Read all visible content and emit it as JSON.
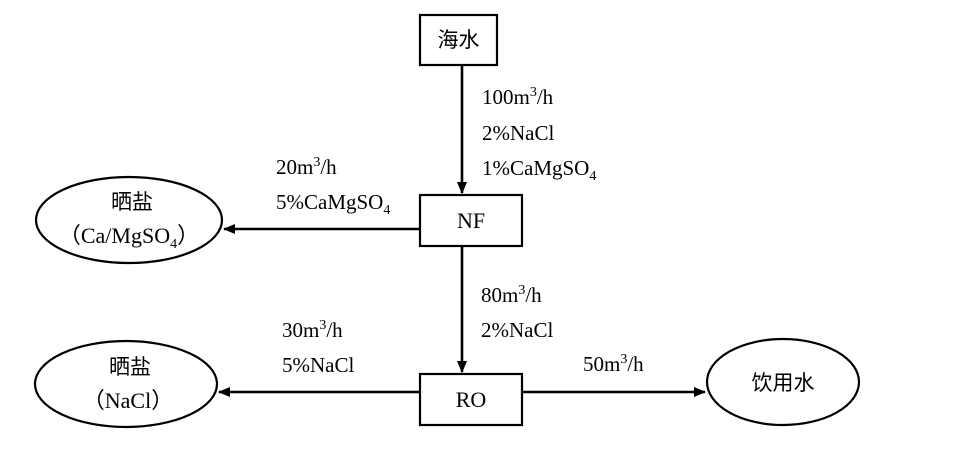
{
  "nodes": {
    "seawater": {
      "label": "海水"
    },
    "nf": {
      "label": "NF"
    },
    "ro": {
      "label": "RO"
    },
    "salt_sulfate": {
      "line1": "晒盐",
      "line2_main": "（Ca/MgSO",
      "line2_sub": "4",
      "line2_end": "）"
    },
    "salt_nacl": {
      "line1": "晒盐",
      "line2": "（NaCl）"
    },
    "drinking_water": {
      "label": "饮用水"
    }
  },
  "edges": {
    "seawater_to_nf": {
      "flow_main": "100m",
      "flow_sup": "3",
      "flow_unit": "/h",
      "conc1": "2%NaCl",
      "conc2_main": "1%CaMgSO",
      "conc2_sub": "4"
    },
    "nf_to_salt": {
      "flow_main": "20m",
      "flow_sup": "3",
      "flow_unit": "/h",
      "conc_main": "5%CaMgSO",
      "conc_sub": "4"
    },
    "nf_to_ro": {
      "flow_main": "80m",
      "flow_sup": "3",
      "flow_unit": "/h",
      "conc": "2%NaCl"
    },
    "ro_to_salt": {
      "flow_main": "30m",
      "flow_sup": "3",
      "flow_unit": "/h",
      "conc": "5%NaCl"
    },
    "ro_to_drinking": {
      "flow_main": "50m",
      "flow_sup": "3",
      "flow_unit": "/h"
    }
  }
}
